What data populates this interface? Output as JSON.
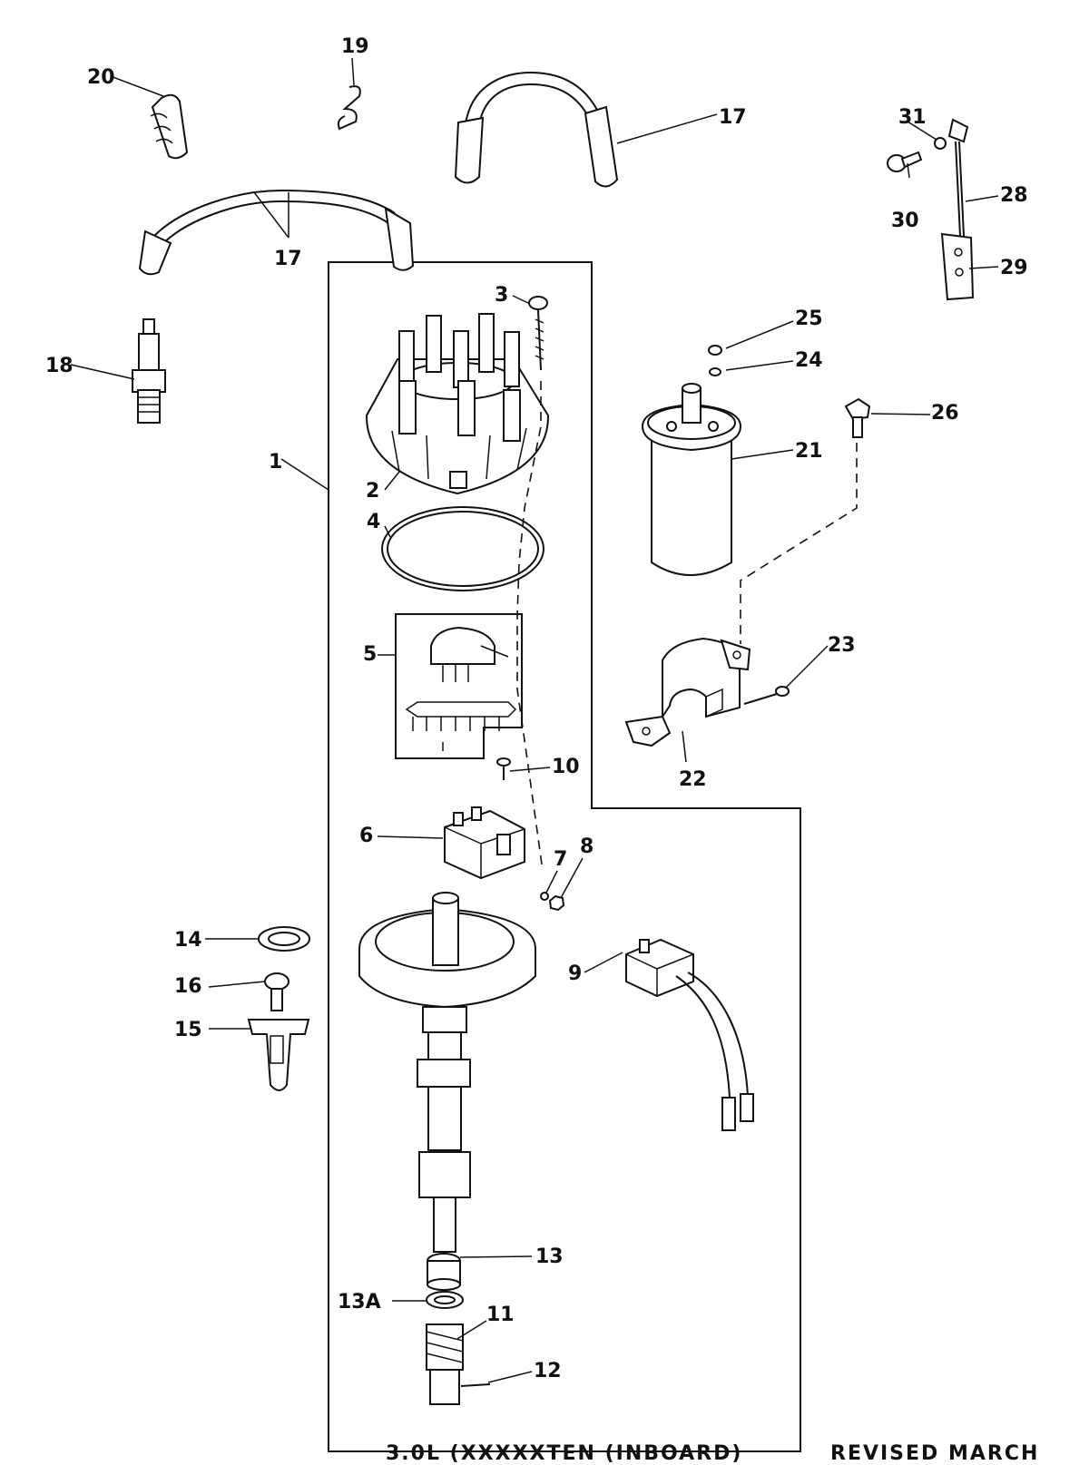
{
  "callouts": [
    "1",
    "2",
    "3",
    "4",
    "5",
    "6",
    "7",
    "8",
    "9",
    "10",
    "11",
    "12",
    "13",
    "13A",
    "14",
    "15",
    "16",
    "17",
    "17",
    "18",
    "19",
    "20",
    "21",
    "22",
    "23",
    "24",
    "25",
    "26",
    "28",
    "29",
    "30",
    "31"
  ],
  "footer": {
    "left": "3.0L (XXXXXTEN (INBOARD)",
    "right": "REVISED MARCH"
  }
}
